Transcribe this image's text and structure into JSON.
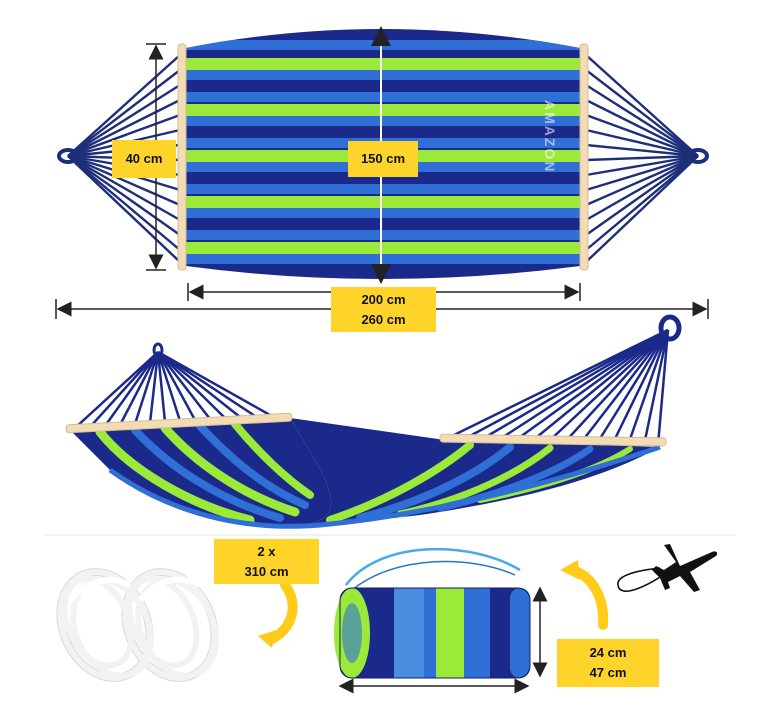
{
  "colors": {
    "navy": "#1b2a8a",
    "royal_blue": "#2f6fd6",
    "lime": "#9bea3a",
    "label_yellow": "#ffd42a",
    "wood": "#f1dcb5",
    "rope": "#1e2f7a"
  },
  "top_view": {
    "width_label": "40 cm",
    "length_label": "150 cm",
    "total_length_lines": [
      "200 cm",
      "260 cm"
    ]
  },
  "side_view": {},
  "accessories": {
    "rope_label_lines": [
      "2 x",
      "310 cm"
    ],
    "bag_size_lines": [
      "24 cm",
      "47 cm"
    ]
  },
  "icons": [
    "airplane-icon",
    "curved-arrow-icon",
    "dimension-arrow-icon"
  ]
}
